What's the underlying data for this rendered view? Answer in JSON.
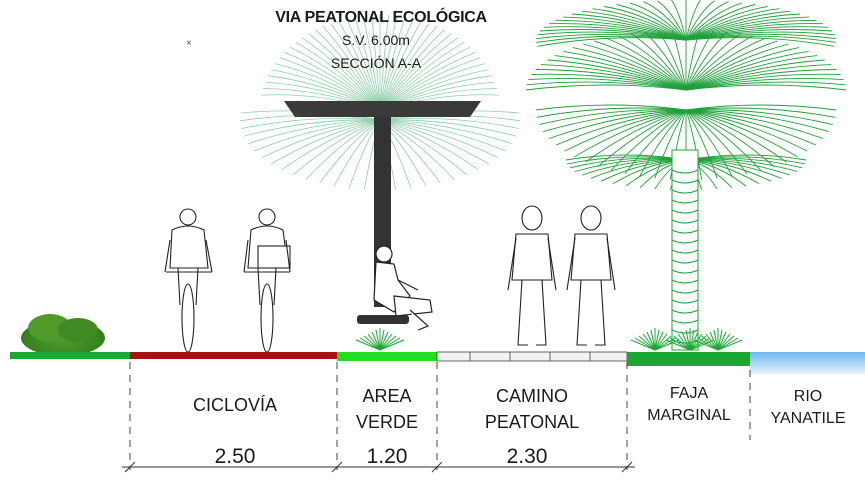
{
  "header": {
    "title": "VIA PEATONAL ECOLÓGICA",
    "width_note": "S.V. 6.00m",
    "section": "SECCIÓN A-A"
  },
  "zones": [
    {
      "label": "CICLOVÍA",
      "dimension": "2.50",
      "color": "#a31515"
    },
    {
      "label_line1": "AREA",
      "label_line2": "VERDE",
      "dimension": "1.20",
      "color": "#22dd22"
    },
    {
      "label_line1": "CAMINO",
      "label_line2": "PEATONAL",
      "dimension": "2.30",
      "color": "#e8e8e8"
    },
    {
      "label_line1": "FAJA",
      "label_line2": "MARGINAL",
      "color": "#1aa832"
    },
    {
      "label_line1": "RIO",
      "label_line2": "YANATILE",
      "color": "#8fc8f5"
    }
  ],
  "colors": {
    "grass": "#1aa832",
    "palm_light": "#7cc69a",
    "palm_dark": "#2ea84a",
    "canopy": "#3a3a3a",
    "river": "#9fd0f7"
  }
}
